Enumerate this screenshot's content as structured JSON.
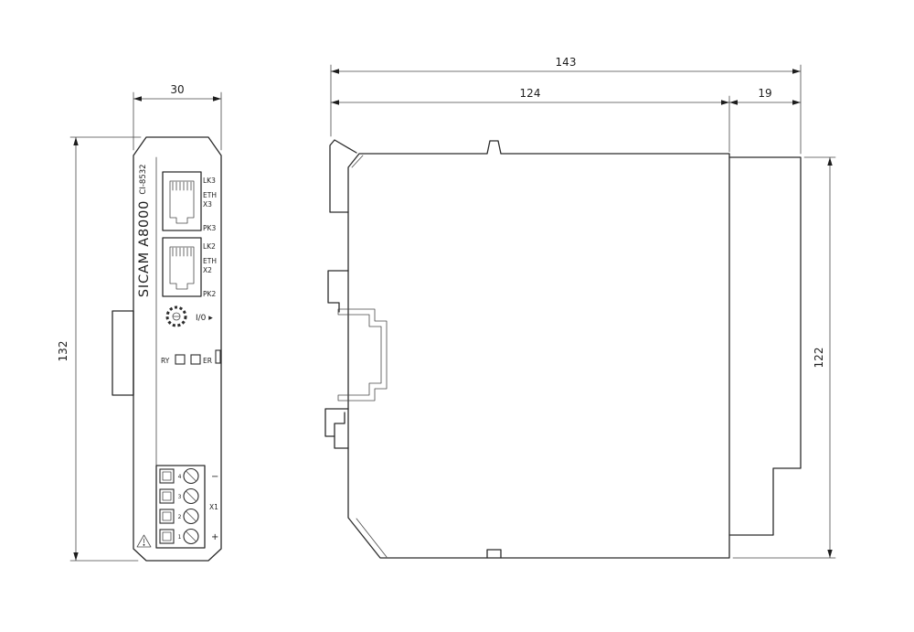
{
  "drawing": {
    "front": {
      "dim_width": "30",
      "dim_height": "132",
      "brand": "SICAM A8000",
      "model": "CI-8532",
      "port_top": {
        "link_led": "LK3",
        "eth": "ETH",
        "port_id": "X3",
        "activity_led": "PK3"
      },
      "port_bottom": {
        "link_led": "LK2",
        "eth": "ETH",
        "port_id": "X2",
        "activity_led": "PK2"
      },
      "rotary_label": "I/0 ▸",
      "led_left": "RY",
      "led_right": "ER",
      "terminal": {
        "numbers": [
          "4",
          "3",
          "2",
          "1"
        ],
        "connector_id": "X1",
        "minus": "−",
        "plus": "+"
      }
    },
    "side": {
      "dim_total": "143",
      "dim_body": "124",
      "dim_connector": "19",
      "dim_height": "122"
    }
  }
}
